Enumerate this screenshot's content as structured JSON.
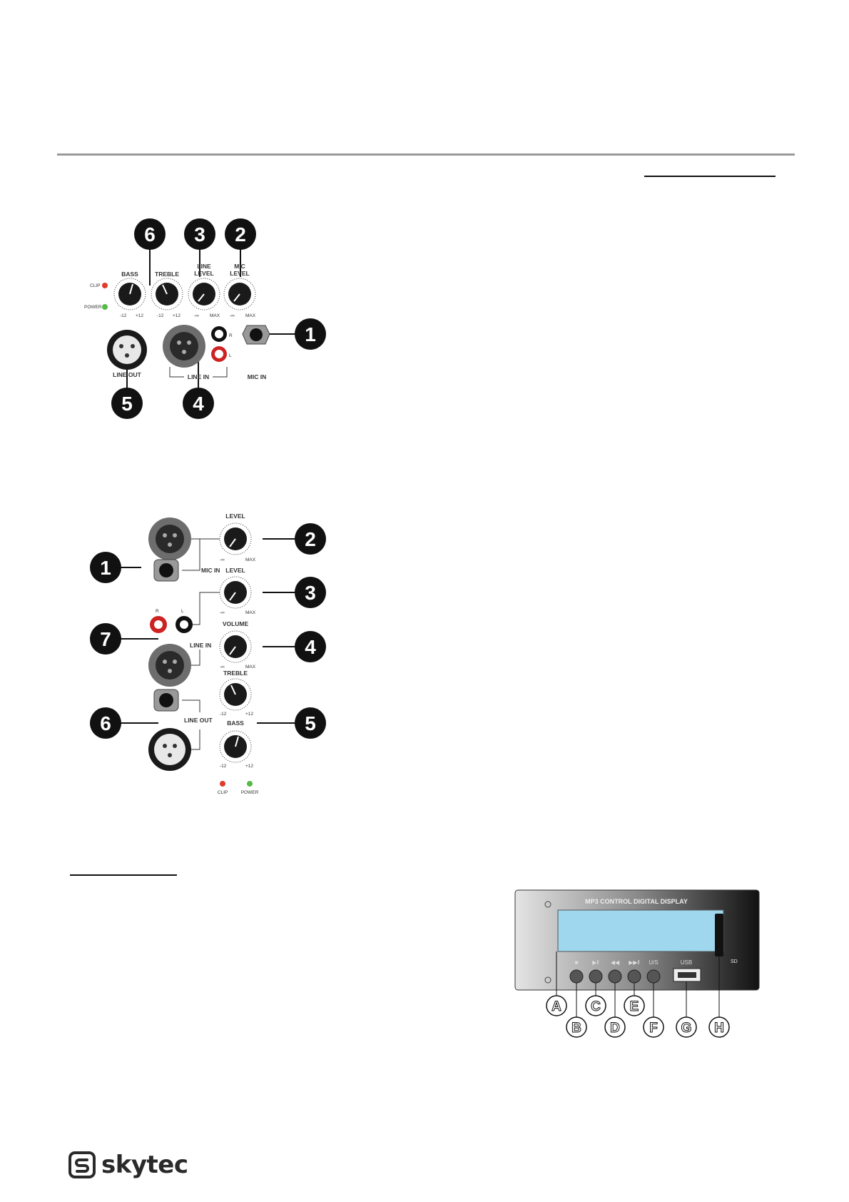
{
  "logo": {
    "text": "skytec"
  },
  "panel1": {
    "labels": {
      "bass": "BASS",
      "treble": "TREBLE",
      "line_level": "LINE\nLEVEL",
      "mic_level": "MIC\nLEVEL",
      "clip": "CLIP",
      "power": "POWER",
      "line_out": "LINE OUT",
      "line_in": "LINE IN",
      "mic_in": "MIC IN",
      "r": "R",
      "l": "L"
    },
    "ticks": {
      "m12": "-12",
      "p12": "+12",
      "inf": "-∞",
      "max": "MAX"
    },
    "callouts": [
      "6",
      "3",
      "2",
      "1",
      "5",
      "4"
    ]
  },
  "panel2": {
    "labels": {
      "level": "LEVEL",
      "mic_in": "MIC IN",
      "r": "R",
      "l": "L",
      "line_in": "LINE IN",
      "volume": "VOLUME",
      "treble": "TREBLE",
      "bass": "BASS",
      "line_out": "LINE OUT",
      "clip": "CLIP",
      "power": "POWER"
    },
    "callouts": [
      "2",
      "1",
      "3",
      "7",
      "4",
      "6",
      "5"
    ]
  },
  "mp3": {
    "title": "MP3 CONTROL DIGITAL DISPLAY",
    "usb": "USB",
    "sd": "SD",
    "us": "U/S",
    "letters": [
      "A",
      "B",
      "C",
      "D",
      "E",
      "F",
      "G",
      "H"
    ]
  }
}
